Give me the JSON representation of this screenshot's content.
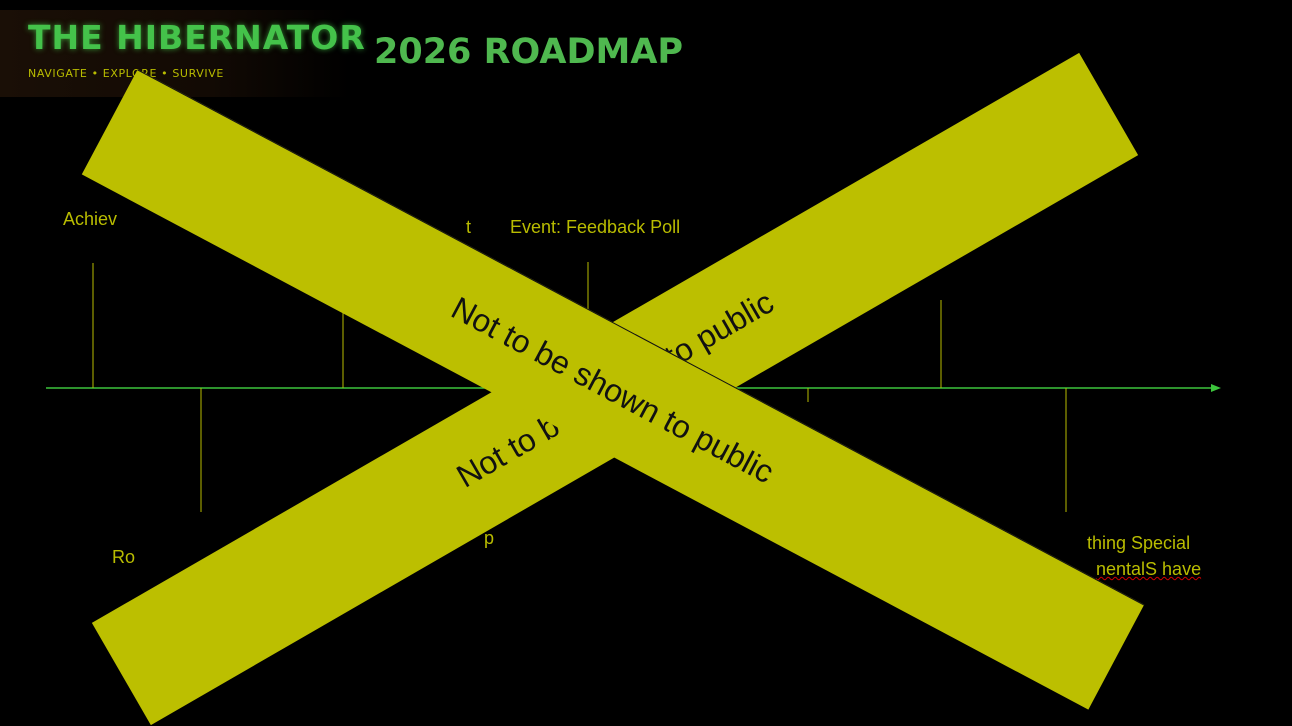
{
  "header": {
    "logo_title": "THE HIBERNATOR",
    "logo_tagline": "NAVIGATE • EXPLORE • SURVIVE",
    "slide_title": "2026 ROADMAP"
  },
  "timeline": {
    "above_labels": [
      "Achiev",
      "t",
      "Event: Feedback Poll"
    ],
    "below_labels": [
      "Ro",
      "p",
      "thing Special",
      "nentalS have"
    ]
  },
  "overlay": {
    "band_1_text": "Not to be shown to public",
    "band_2_text": "Not to be shown to public"
  },
  "colors": {
    "background": "#000000",
    "logo_green": "#44c24a",
    "title_green": "#4fb84f",
    "accent_yellow": "#b9bc00",
    "band_yellow": "#bcbf00",
    "axis_green": "#3cc43c"
  }
}
